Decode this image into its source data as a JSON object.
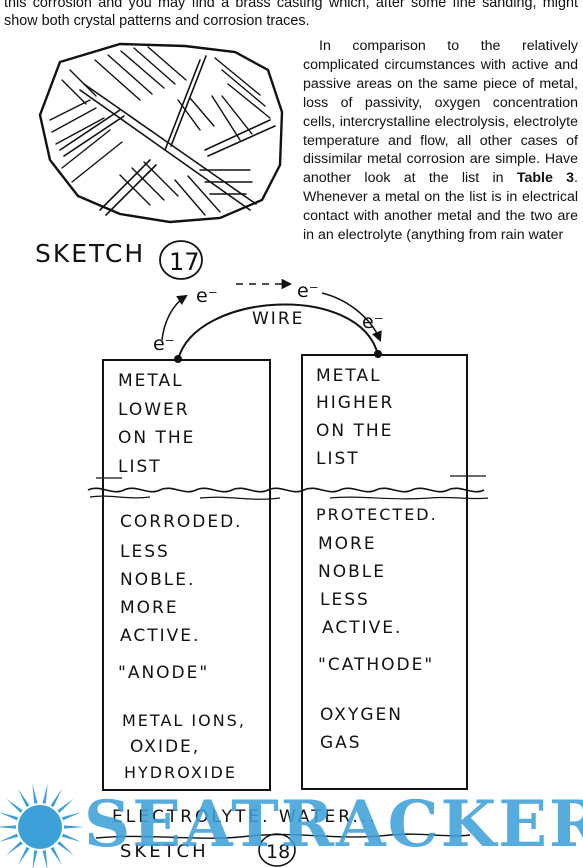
{
  "intro_text": "this corrosion and you may find a brass casting which, after some fine sanding, might show both crystal patterns and corrosion traces.",
  "column": {
    "paragraph_start": "In comparison to the relatively complicated circumstances with active and passive areas on the same piece of metal, loss of passivity, oxygen concentration cells, intercrystalline electrolysis, electrolyte temperature and flow, all other cases of dissimilar metal corrosion are simple. Have another look at the list in ",
    "table_ref": "Table 3",
    "paragraph_end": ". Whenever a metal on the list is in electrical contact with another metal and the two are in an electrolyte (anything from rain water"
  },
  "sketch17": {
    "label": "SKETCH",
    "number": "17"
  },
  "sketch18": {
    "label": "SKETCH",
    "number": "18",
    "wire_label": "WIRE",
    "electron_label": "e⁻",
    "electrolyte_label": "ELECTROLYTE. WATER...",
    "left_top": [
      "METAL",
      "LOWER",
      "ON THE",
      "LIST"
    ],
    "right_top": [
      "METAL",
      "HIGHER",
      "ON THE",
      "LIST"
    ],
    "left_props": [
      "CORRODED.",
      "LESS",
      "NOBLE.",
      "MORE",
      "ACTIVE."
    ],
    "right_props": [
      "PROTECTED.",
      "MORE",
      "NOBLE",
      "LESS",
      "ACTIVE."
    ],
    "left_role": "\"ANODE\"",
    "right_role": "\"CATHODE\"",
    "left_products": [
      "METAL IONS,",
      "OXIDE,",
      "HYDROXIDE"
    ],
    "right_products": [
      "OXYGEN",
      "GAS"
    ]
  },
  "watermark": {
    "text": "SEATRACKER.RU",
    "color": "#3ea0d8"
  }
}
